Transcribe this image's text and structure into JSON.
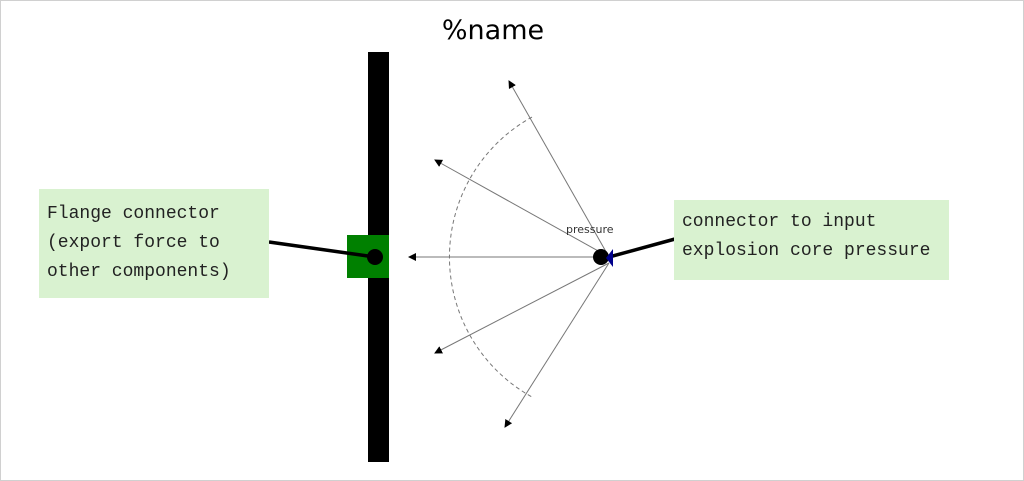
{
  "title": "%name",
  "flange_note": {
    "lines": [
      "Flange connector",
      "(export force to",
      "other components)"
    ]
  },
  "input_note": {
    "lines": [
      "connector to input",
      "explosion core pressure"
    ]
  },
  "pressure_label": "pressure",
  "colors": {
    "note_bg": "#d9f2d0",
    "flange": "#008000",
    "pressure_port": "#00008b",
    "wall": "#000000"
  }
}
